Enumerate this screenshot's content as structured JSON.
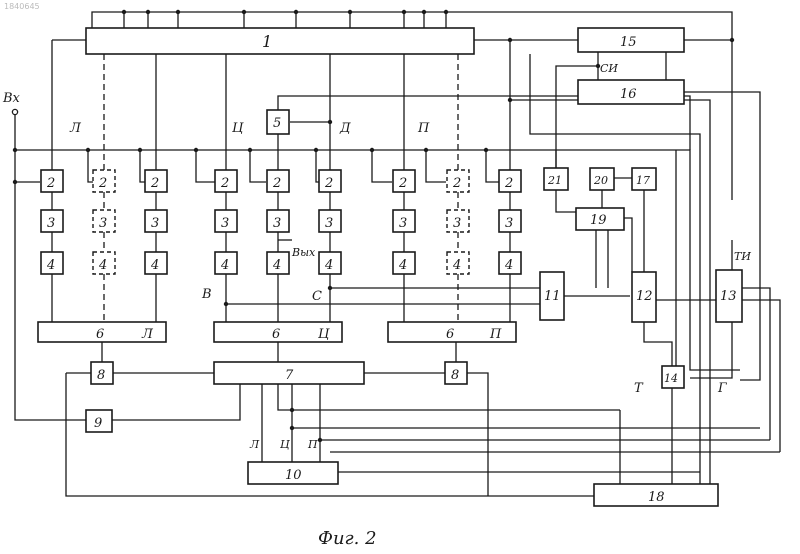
{
  "patent_number": "1840645",
  "caption": "Фиг. 2",
  "block_labels": {
    "b1": "1",
    "b2": "2",
    "b3": "3",
    "b4": "4",
    "b5": "5",
    "b6": "6",
    "b7": "7",
    "b8": "8",
    "b9": "9",
    "b10": "10",
    "b11": "11",
    "b12": "12",
    "b13": "13",
    "b14": "14",
    "b15": "15",
    "b16": "16",
    "b17": "17",
    "b18": "18",
    "b19": "19",
    "b20": "20",
    "b21": "21"
  },
  "group_labels": {
    "left": "Л",
    "center": "Ц",
    "right": "П"
  },
  "signal_labels": {
    "input": "Вх",
    "output": "Вых",
    "d": "Д",
    "si": "СИ",
    "ti": "ТИ",
    "v": "В",
    "s": "С",
    "t": "Т",
    "g": "Г"
  }
}
